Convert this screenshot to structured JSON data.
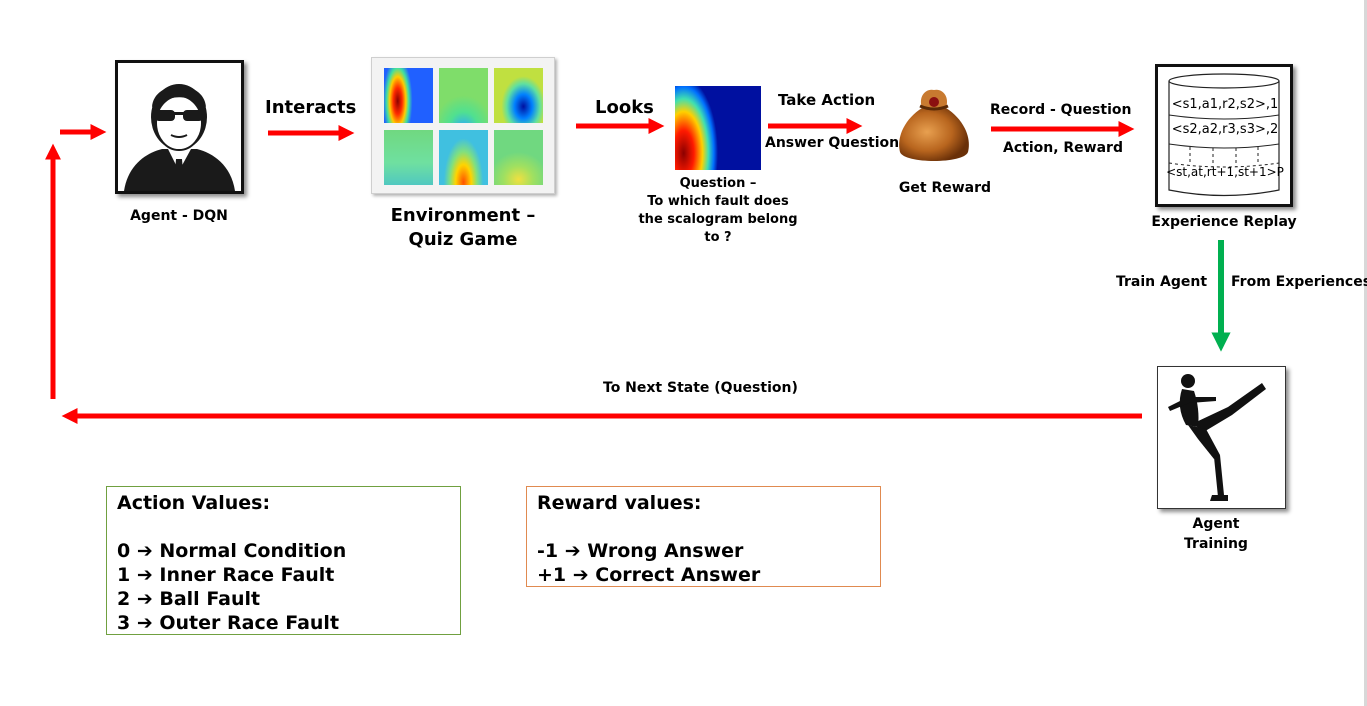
{
  "agent": {
    "label": "Agent - DQN"
  },
  "environment": {
    "label_line1": "Environment –",
    "label_line2": "Quiz Game"
  },
  "question": {
    "line1": "Question –",
    "line2": "To which fault does",
    "line3": "the scalogram belong",
    "line4": "to ?"
  },
  "reward": {
    "label": "Get Reward"
  },
  "replay": {
    "label": "Experience Replay",
    "rows": [
      "<s1,a1,r2,s2>,1",
      "<s2,a2,r3,s3>,2",
      "<st,at,rt+1,st+1>P"
    ]
  },
  "training": {
    "line1": "Agent",
    "line2": "Training"
  },
  "edges": {
    "interacts": "Interacts",
    "looks": "Looks",
    "take_action": "Take Action",
    "answer_question": "Answer Question",
    "record_question": "Record - Question",
    "action_reward": "Action, Reward",
    "train_agent": "Train Agent",
    "from_experiences": "From Experiences",
    "next_state": "To Next State (Question)"
  },
  "action_values": {
    "title": "Action Values:",
    "items": [
      "0 ➔ Normal Condition",
      "1 ➔ Inner Race Fault",
      "2 ➔ Ball Fault",
      "3 ➔ Outer Race Fault"
    ],
    "border_color": "#70a040"
  },
  "reward_values": {
    "title": "Reward values:",
    "items": [
      "-1 ➔ Wrong Answer",
      "+1 ➔ Correct Answer"
    ],
    "border_color": "#e08a50"
  },
  "colors": {
    "arrow_red": "#ff0000",
    "arrow_green": "#00b050"
  },
  "icons": [
    "agent-avatar-icon",
    "scalogram-grid-image",
    "scalogram-image",
    "money-bag-icon",
    "database-icon",
    "martial-arts-kick-icon"
  ]
}
